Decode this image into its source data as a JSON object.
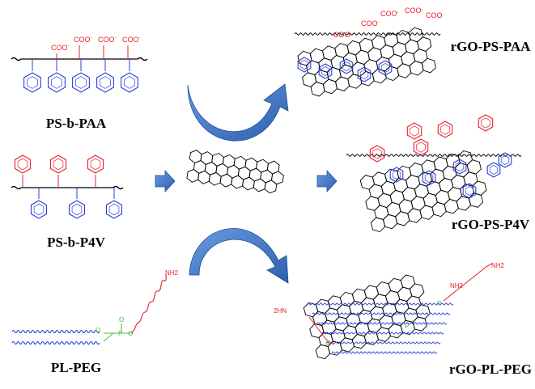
{
  "labels": {
    "ps_paa": "PS-b-PAA",
    "ps_p4v": "PS-b-P4V",
    "pl_peg": "PL-PEG",
    "rgo_ps_paa": "rGO-PS-PAA",
    "rgo_ps_p4v": "rGO-PS-P4V",
    "rgo_pl_peg": "rGO-PL-PEG"
  },
  "chem": {
    "coo": "COO",
    "charge": "-",
    "nh2": "NH2",
    "hn2": "2HN",
    "o": "O",
    "p": "P"
  },
  "colors": {
    "graphene": "#000000",
    "styrene_ring": "#2b3fd6",
    "carboxylate": "#e8202a",
    "pyridine": "#e8202a",
    "peg_chain": "#e8202a",
    "lipid_chain": "#2b3fd6",
    "phosphate": "#3cc23c",
    "arrow_fill": "#3f78c9",
    "arrow_edge": "#1f4f9a"
  },
  "icons": {
    "graphene": "graphene-sheet-icon",
    "arrow": "right-arrow-icon",
    "curved_arrow": "curved-arrow-icon"
  }
}
